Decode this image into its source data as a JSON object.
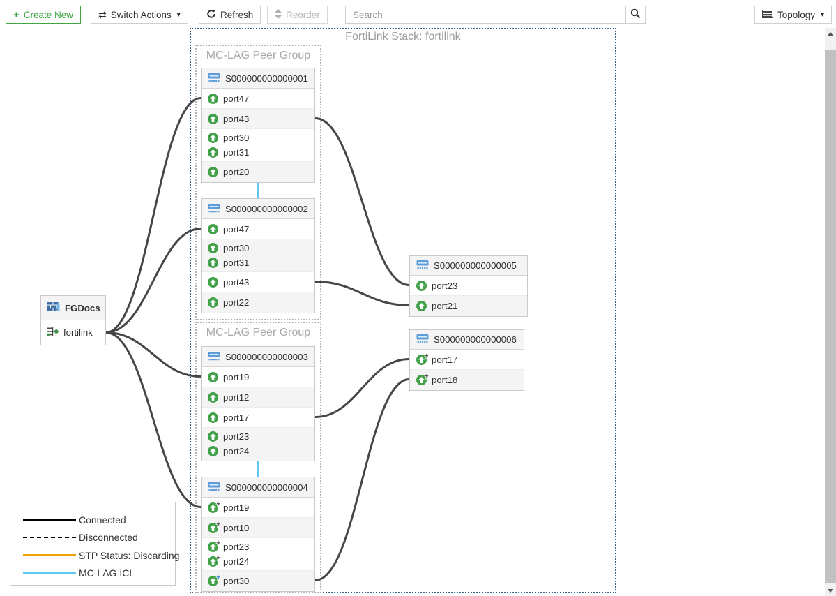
{
  "toolbar": {
    "create_new": "Create New",
    "switch_actions": "Switch Actions",
    "refresh": "Refresh",
    "reorder": "Reorder",
    "search_placeholder": "Search",
    "view_selector": "Topology"
  },
  "stack_title": "FortiLink Stack: fortilink",
  "group_labels": [
    "MC-LAG Peer Group",
    "MC-LAG Peer Group"
  ],
  "fortigate": {
    "name": "FGDocs",
    "interface": "fortilink"
  },
  "switches": [
    {
      "id": "sw1",
      "name": "S000000000000001",
      "rows": [
        [
          {
            "name": "port47",
            "icon": "up"
          }
        ],
        [
          {
            "name": "port43",
            "icon": "up"
          }
        ],
        [
          {
            "name": "port30",
            "icon": "up"
          },
          {
            "name": "port31",
            "icon": "up"
          }
        ],
        [
          {
            "name": "port20",
            "icon": "up"
          }
        ]
      ]
    },
    {
      "id": "sw2",
      "name": "S000000000000002",
      "rows": [
        [
          {
            "name": "port47",
            "icon": "up"
          }
        ],
        [
          {
            "name": "port30",
            "icon": "up"
          },
          {
            "name": "port31",
            "icon": "up"
          }
        ],
        [
          {
            "name": "port43",
            "icon": "up"
          }
        ],
        [
          {
            "name": "port22",
            "icon": "up"
          }
        ]
      ]
    },
    {
      "id": "sw3",
      "name": "S000000000000003",
      "rows": [
        [
          {
            "name": "port19",
            "icon": "up"
          }
        ],
        [
          {
            "name": "port12",
            "icon": "up"
          }
        ],
        [
          {
            "name": "port17",
            "icon": "up"
          }
        ],
        [
          {
            "name": "port23",
            "icon": "up"
          },
          {
            "name": "port24",
            "icon": "up"
          }
        ]
      ]
    },
    {
      "id": "sw4",
      "name": "S000000000000004",
      "rows": [
        [
          {
            "name": "port19",
            "icon": "poe"
          }
        ],
        [
          {
            "name": "port10",
            "icon": "poe"
          }
        ],
        [
          {
            "name": "port23",
            "icon": "poe"
          },
          {
            "name": "port24",
            "icon": "poe"
          }
        ],
        [
          {
            "name": "port30",
            "icon": "poe-active"
          }
        ]
      ]
    },
    {
      "id": "sw5",
      "name": "S000000000000005",
      "rows": [
        [
          {
            "name": "port23",
            "icon": "up"
          }
        ],
        [
          {
            "name": "port21",
            "icon": "up"
          }
        ]
      ]
    },
    {
      "id": "sw6",
      "name": "S000000000000006",
      "rows": [
        [
          {
            "name": "port17",
            "icon": "poe"
          }
        ],
        [
          {
            "name": "port18",
            "icon": "poe"
          }
        ]
      ]
    }
  ],
  "connections": [
    {
      "from": "fg:fortilink",
      "to": "sw1:port47",
      "type": "connected"
    },
    {
      "from": "fg:fortilink",
      "to": "sw2:port47",
      "type": "connected"
    },
    {
      "from": "fg:fortilink",
      "to": "sw3:port19",
      "type": "connected"
    },
    {
      "from": "fg:fortilink",
      "to": "sw4:port19",
      "type": "connected"
    },
    {
      "from": "sw1:port43",
      "to": "sw5:port23",
      "type": "connected"
    },
    {
      "from": "sw2:port43",
      "to": "sw5:port21",
      "type": "connected"
    },
    {
      "from": "sw3:port17",
      "to": "sw6:port17",
      "type": "connected"
    },
    {
      "from": "sw4:port30",
      "to": "sw6:port18",
      "type": "connected"
    },
    {
      "from": "sw1",
      "to": "sw2",
      "type": "mclag-icl"
    },
    {
      "from": "sw3",
      "to": "sw4",
      "type": "mclag-icl"
    }
  ],
  "legend": [
    {
      "label": "Connected",
      "style": "solid",
      "color": "#000000",
      "weight": 2
    },
    {
      "label": "Disconnected",
      "style": "dashed",
      "color": "#000000",
      "weight": 2
    },
    {
      "label": "STP Status: Discarding",
      "style": "solid",
      "color": "#f2a104",
      "weight": 3
    },
    {
      "label": "MC-LAG ICL",
      "style": "solid",
      "color": "#5fc9f1",
      "weight": 3
    }
  ],
  "colors": {
    "connected_line": "#464646",
    "mclag_icl_line": "#5fc9f1",
    "accent_green": "#38a03c",
    "port_up_green": "#41a048",
    "poe_bolt": "#4d4d4d",
    "poe_active_bolt": "#3a7bd5",
    "switch_icon_blue": "#5b9cd9"
  }
}
